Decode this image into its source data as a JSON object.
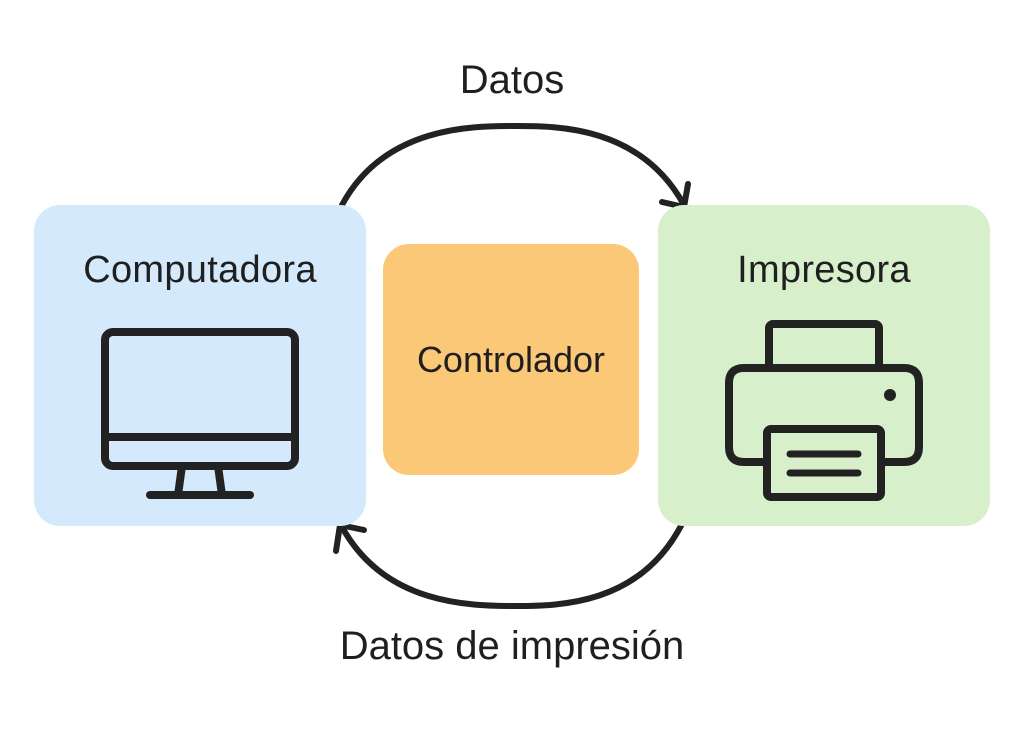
{
  "colors": {
    "computer_box": "#d4e9fb",
    "controller_box": "#fbc878",
    "printer_box": "#d8efcb",
    "stroke": "#222222"
  },
  "nodes": {
    "computer": {
      "label": "Computadora",
      "icon": "monitor-icon"
    },
    "controller": {
      "label": "Controlador"
    },
    "printer": {
      "label": "Impresora",
      "icon": "printer-icon"
    }
  },
  "flows": {
    "top": {
      "label": "Datos",
      "from": "Computadora",
      "to": "Impresora"
    },
    "bottom": {
      "label": "Datos de impresión",
      "from": "Impresora",
      "to": "Computadora"
    }
  }
}
